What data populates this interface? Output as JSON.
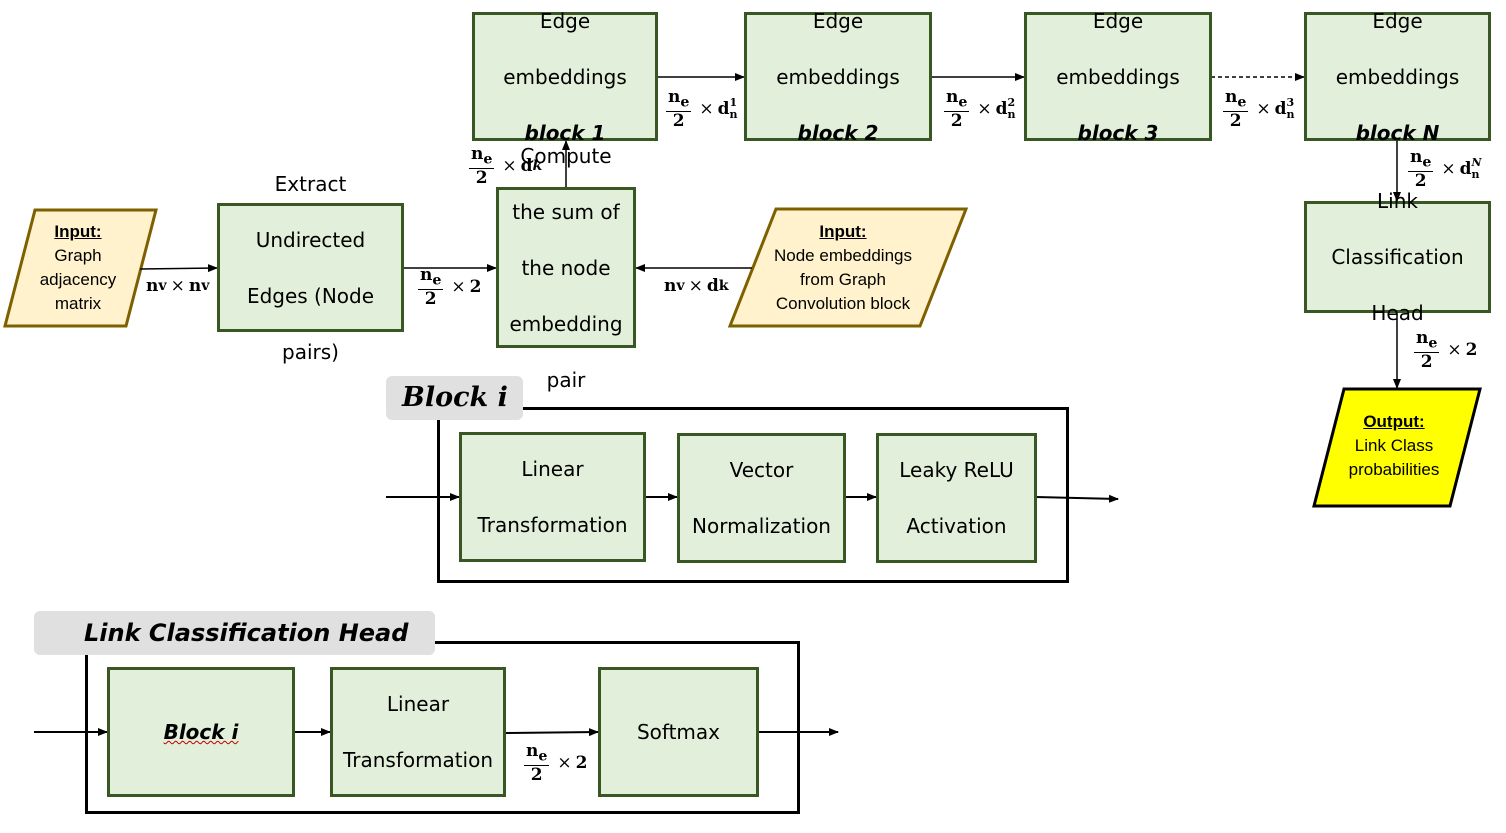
{
  "nodes": {
    "input_graph": {
      "title": "Input:",
      "lines": [
        "Graph",
        "adjacency",
        "matrix"
      ]
    },
    "input_node": {
      "title": "Input:",
      "lines": [
        "Node embeddings",
        "from Graph",
        "Convolution block"
      ]
    },
    "output": {
      "title": "Output:",
      "lines": [
        "Link Class",
        "probabilities"
      ]
    },
    "extract": {
      "lines": [
        "Extract",
        "Undirected",
        "Edges (Node",
        "pairs)"
      ]
    },
    "compute": {
      "lines": [
        "Compute",
        "the sum of",
        "the node",
        "embedding",
        "pair"
      ]
    },
    "edge1": {
      "lines": [
        "Edge",
        "embeddings"
      ],
      "sub": "block 1"
    },
    "edge2": {
      "lines": [
        "Edge",
        "embeddings"
      ],
      "sub": "block 2"
    },
    "edge3": {
      "lines": [
        "Edge",
        "embeddings"
      ],
      "sub": "block 3"
    },
    "edgeN": {
      "lines": [
        "Edge",
        "embeddings"
      ],
      "sub": "block N"
    },
    "head": {
      "lines": [
        "Link",
        "Classification",
        "Head"
      ]
    },
    "bi_linear": {
      "lines": [
        "Linear",
        "Transformation"
      ]
    },
    "bi_norm": {
      "lines": [
        "Vector",
        "Normalization"
      ]
    },
    "bi_relu": {
      "lines": [
        "Leaky ReLU",
        "Activation"
      ]
    },
    "lch_block": {
      "label": "Block i"
    },
    "lch_linear": {
      "lines": [
        "Linear",
        "Transformation"
      ]
    },
    "lch_softmax": {
      "label": "Softmax"
    }
  },
  "labels": {
    "nv_nv": {
      "a": "n",
      "a_sub": "v",
      "b": "n",
      "b_sub": "v"
    },
    "ne2x2_a": {
      "num": "n",
      "num_sub": "e",
      "den": "2",
      "rest": "2"
    },
    "ne2_dk": {
      "num": "n",
      "num_sub": "e",
      "den": "2",
      "rest": "d",
      "rest_sub": "k"
    },
    "nv_dk": {
      "a": "n",
      "a_sub": "v",
      "b": "d",
      "b_sub": "k"
    },
    "ne2_d1": {
      "num": "n",
      "num_sub": "e",
      "den": "2",
      "rest": "d",
      "rest_sub": "n",
      "rest_sup": "1"
    },
    "ne2_d2": {
      "num": "n",
      "num_sub": "e",
      "den": "2",
      "rest": "d",
      "rest_sub": "n",
      "rest_sup": "2"
    },
    "ne2_d3": {
      "num": "n",
      "num_sub": "e",
      "den": "2",
      "rest": "d",
      "rest_sub": "n",
      "rest_sup": "3"
    },
    "ne2_dN": {
      "num": "n",
      "num_sub": "e",
      "den": "2",
      "rest": "d",
      "rest_sub": "n",
      "rest_sup": "N"
    },
    "ne2x2_b": {
      "num": "n",
      "num_sub": "e",
      "den": "2",
      "rest": "2"
    },
    "ne2x2_c": {
      "num": "n",
      "num_sub": "e",
      "den": "2",
      "rest": "2"
    }
  },
  "sections": {
    "block_i": {
      "label": "Block i"
    },
    "lch": {
      "label": "Link Classification Head"
    }
  },
  "colors": {
    "box_fill": "#e2efda",
    "box_border": "#385723",
    "input_fill": "#fff2cc",
    "input_border": "#7f6000",
    "output_fill": "#ffff00",
    "tag_fill": "#e0e0e0"
  }
}
